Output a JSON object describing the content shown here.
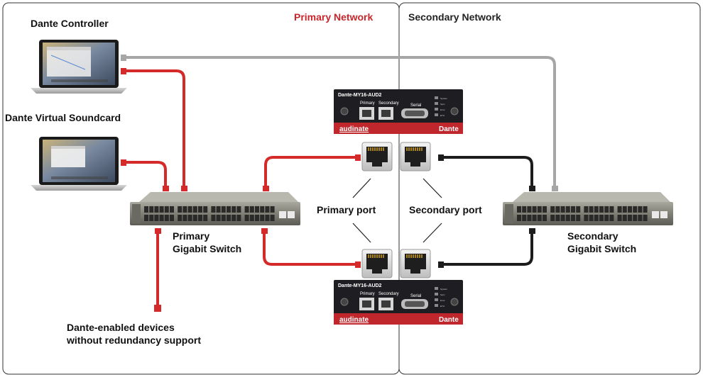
{
  "colors": {
    "primary_cable": "#d42a2a",
    "secondary_cable": "#1c1c1c",
    "controller_cable": "#a6a6a6",
    "primary_title": "#c8262b",
    "card_red": "#c0272d",
    "card_dark": "#1e1e22",
    "switch_body": "#7a7a72"
  },
  "networks": {
    "primary": "Primary Network",
    "secondary": "Secondary Network"
  },
  "labels": {
    "dante_controller": "Dante Controller",
    "dante_virtual_soundcard": "Dante Virtual Soundcard",
    "primary_switch_line1": "Primary",
    "primary_switch_line2": "Gigabit Switch",
    "secondary_switch_line1": "Secondary",
    "secondary_switch_line2": "Gigabit Switch",
    "primary_port": "Primary port",
    "secondary_port": "Secondary port",
    "devices_line1": "Dante-enabled devices",
    "devices_line2": "without redundancy support"
  },
  "cards": [
    {
      "model": "Dante-MY16-AUD2",
      "port_primary": "Primary",
      "port_secondary": "Secondary",
      "serial": "Serial",
      "brand_left": "audinate",
      "brand_right": "Dante",
      "leds": [
        "System",
        "Sync",
        "Error",
        "ETH"
      ]
    },
    {
      "model": "Dante-MY16-AUD2",
      "port_primary": "Primary",
      "port_secondary": "Secondary",
      "serial": "Serial",
      "brand_left": "audinate",
      "brand_right": "Dante",
      "leds": [
        "System",
        "Sync",
        "Error",
        "ETH"
      ]
    }
  ],
  "icons": [
    "laptop-icon",
    "network-switch-icon",
    "ethernet-port-icon",
    "audio-card-icon"
  ]
}
